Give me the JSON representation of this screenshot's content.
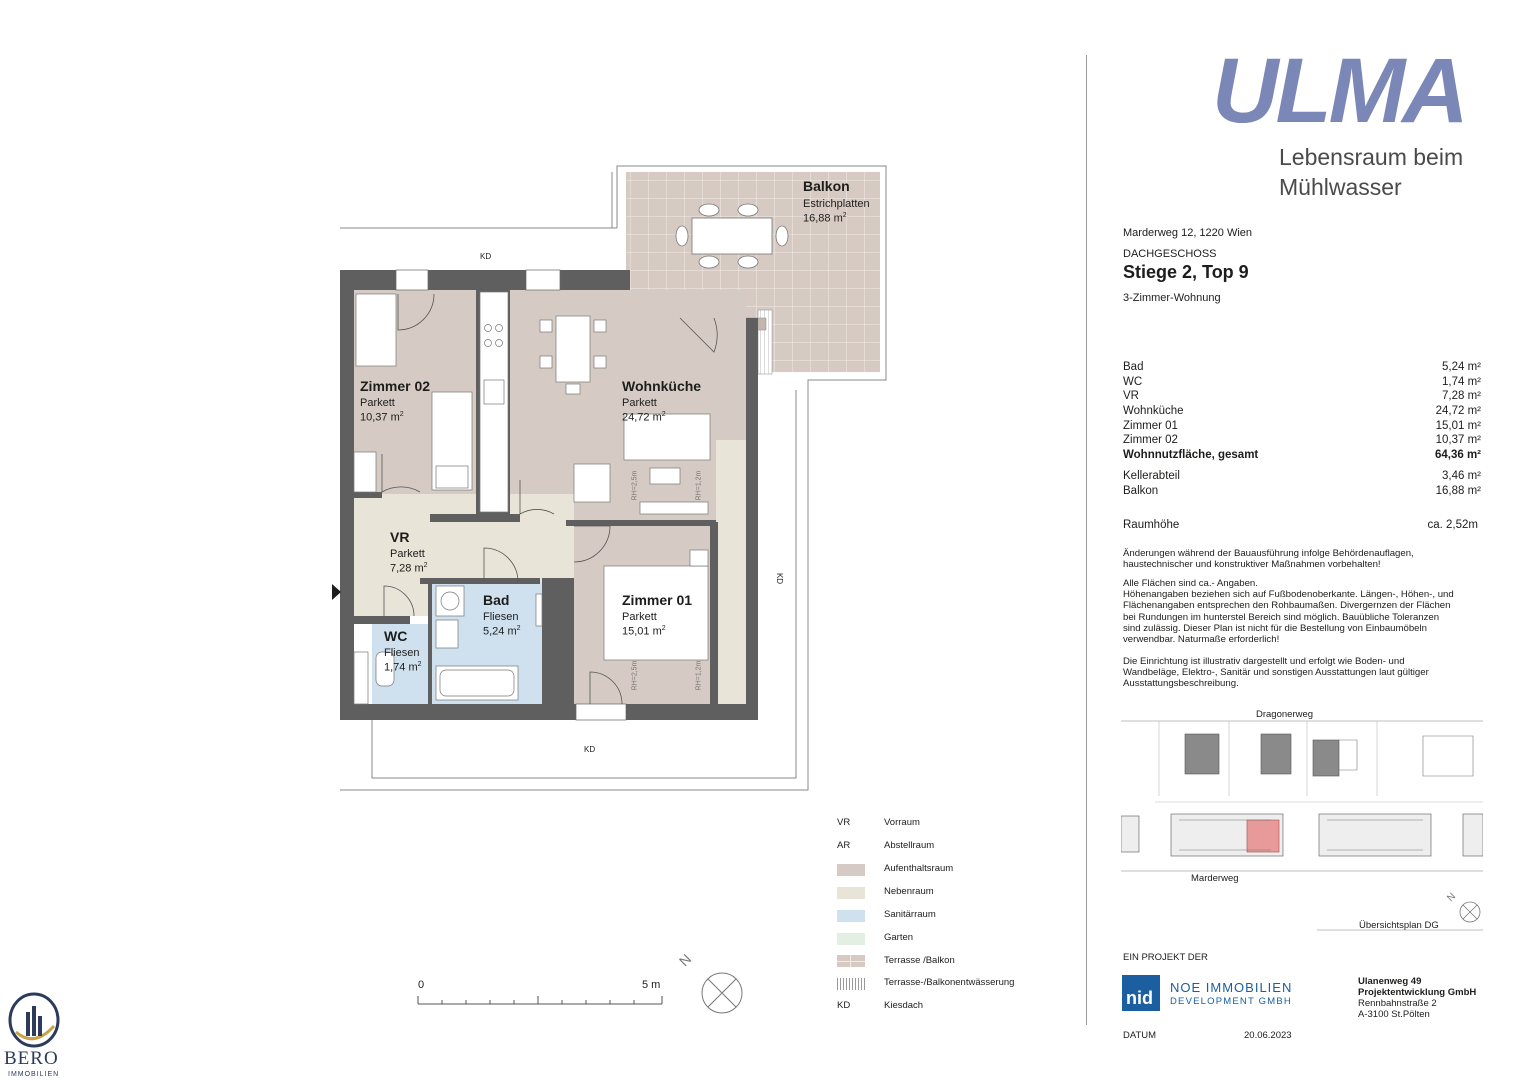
{
  "brand": {
    "title": "ULMA",
    "subtitle_line1": "Lebensraum beim",
    "subtitle_line2": "Mühlwasser",
    "title_color": "#7b87b6"
  },
  "project": {
    "address": "Marderweg 12, 1220 Wien",
    "floor": "DACHGESCHOSS",
    "unit": "Stiege 2, Top 9",
    "type": "3-Zimmer-Wohnung"
  },
  "areas": [
    {
      "name": "Bad",
      "value": "5,24 m²"
    },
    {
      "name": "WC",
      "value": "1,74 m²"
    },
    {
      "name": "VR",
      "value": "7,28 m²"
    },
    {
      "name": "Wohnküche",
      "value": "24,72 m²"
    },
    {
      "name": "Zimmer 01",
      "value": "15,01 m²"
    },
    {
      "name": "Zimmer 02",
      "value": "10,37 m²"
    },
    {
      "name": "Wohnnutzfläche, gesamt",
      "value": "64,36 m²"
    },
    {
      "name": "Kellerabteil",
      "value": "3,46 m²"
    },
    {
      "name": "Balkon",
      "value": "16,88 m²"
    },
    {
      "name": "Raumhöhe",
      "value": "ca. 2,52m"
    }
  ],
  "notes": {
    "n1a": "Änderungen während der Bauausführung infolge Behördenauflagen,",
    "n1b": "haustechnischer und konstruktiver Maßnahmen vorbehalten!",
    "n2a": "Alle Flächen sind ca.- Angaben.",
    "n2b": "Höhenangaben beziehen sich auf Fußbodenoberkante. Längen-, Höhen-, und",
    "n2c": "Flächenangaben entsprechen den Rohbaumaßen. Divergernzen der Flächen",
    "n2d": "bei Rundungen im hunterstel Bereich sind möglich. Bauübliche Toleranzen",
    "n2e": "sind zulässig. Dieser Plan ist nicht für die Bestellung von Einbaumöbeln",
    "n2f": "verwendbar. Naturmaße erforderlich!",
    "n3a": "Die Einrichtung ist illustrativ dargestellt und erfolgt wie Boden- und",
    "n3b": "Wandbeläge, Elektro-, Sanitär und sonstigen Ausstattungen laut gültiger",
    "n3c": "Ausstattungsbeschreibung."
  },
  "siteplan": {
    "street_top": "Dragonerweg",
    "street_bottom": "Marderweg",
    "caption": "Übersichtsplan DG",
    "north": "N"
  },
  "footer": {
    "project_by": "EIN PROJEKT DER",
    "nid_logo": "nid",
    "noe_line1": "NOE IMMOBILIEN",
    "noe_line2": "DEVELOPMENT GMBH",
    "company_line1": "Ulanenweg 49",
    "company_line2": "Projektentwicklung GmbH",
    "company_line3": "Rennbahnstraße 2",
    "company_line4": "A-3100 St.Pölten",
    "date_label": "DATUM",
    "date_value": "20.06.2023"
  },
  "rooms": {
    "balkon": {
      "name": "Balkon",
      "floor": "Estrichplatten",
      "area": "16,88 m"
    },
    "zimmer02": {
      "name": "Zimmer 02",
      "floor": "Parkett",
      "area": "10,37 m"
    },
    "wohnkueche": {
      "name": "Wohnküche",
      "floor": "Parkett",
      "area": "24,72 m"
    },
    "vr": {
      "name": "VR",
      "floor": "Parkett",
      "area": "7,28 m"
    },
    "bad": {
      "name": "Bad",
      "floor": "Fliesen",
      "area": "5,24 m"
    },
    "wc": {
      "name": "WC",
      "floor": "Fliesen",
      "area": "1,74 m"
    },
    "zimmer01": {
      "name": "Zimmer 01",
      "floor": "Parkett",
      "area": "15,01 m"
    },
    "sup": "2"
  },
  "plan_labels": {
    "kd": "KD",
    "rh25": "RH=2,5m",
    "rh12": "RH=1,2m"
  },
  "scale": {
    "zero": "0",
    "five": "5 m",
    "north": "N"
  },
  "legend": [
    {
      "abbr": "VR",
      "text": "Vorraum"
    },
    {
      "abbr": "AR",
      "text": "Abstellraum"
    },
    {
      "swatch": "#d6cbc4",
      "text": "Aufenthaltsraum"
    },
    {
      "swatch": "#e9e4d8",
      "text": "Nebenraum"
    },
    {
      "swatch": "#cfe1ef",
      "text": "Sanitärraum"
    },
    {
      "swatch": "#e4efe3",
      "text": "Garten"
    },
    {
      "swatch": "#d7cac3",
      "text": "Terrasse /Balkon"
    },
    {
      "swatch": "#eeeeee",
      "text": "Terrasse-/Balkonentwässerung"
    },
    {
      "abbr": "KD",
      "text": "Kiesdach"
    }
  ],
  "agent": {
    "name": "BERO",
    "sub": "IMMOBILIEN"
  }
}
